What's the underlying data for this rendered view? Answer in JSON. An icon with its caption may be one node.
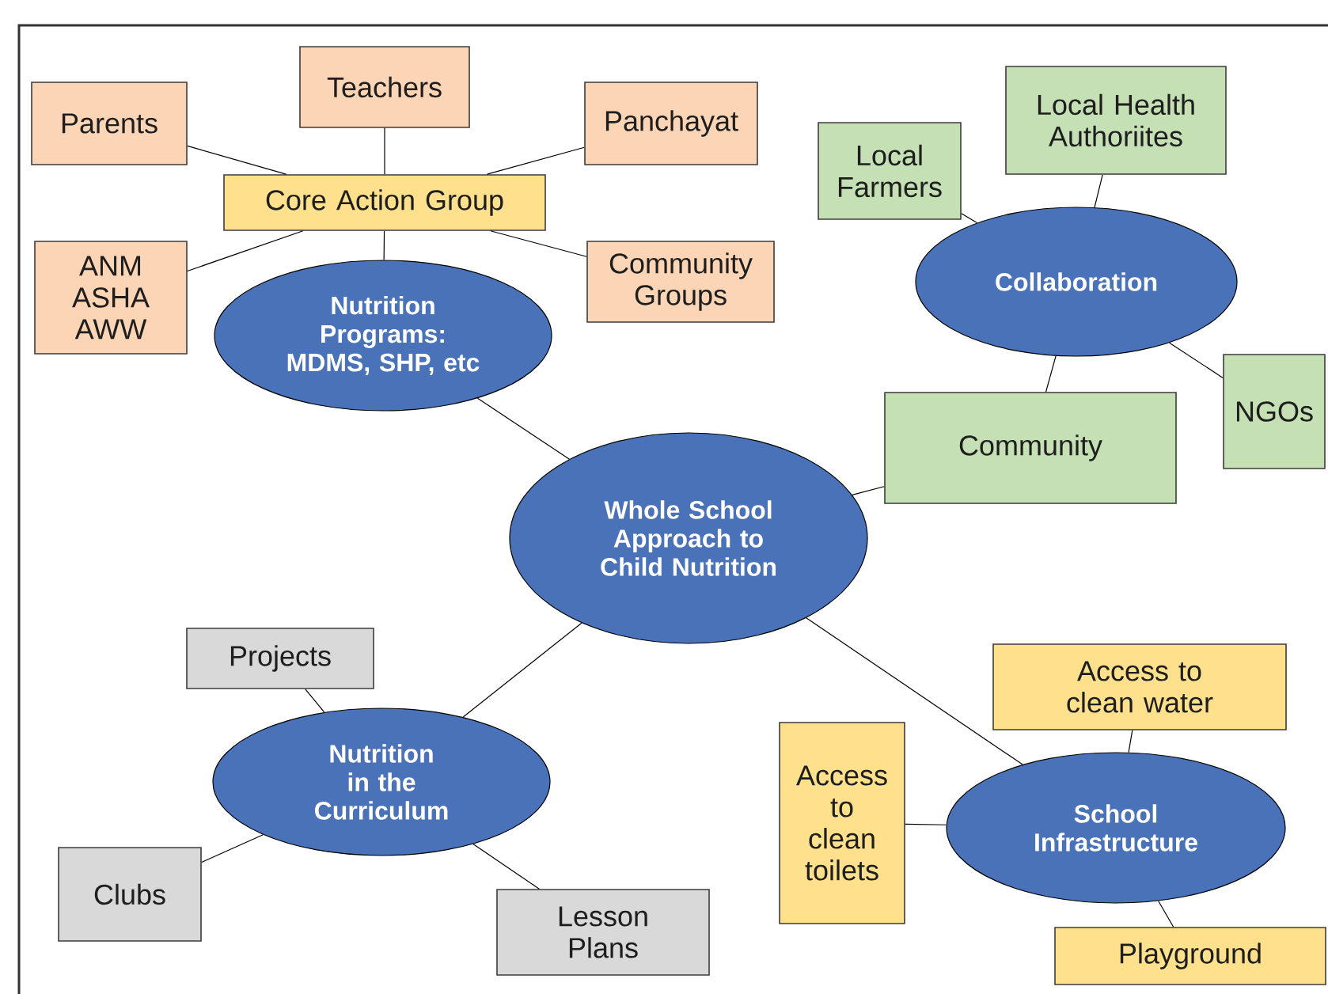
{
  "diagram": {
    "nodes": [
      {
        "text": [
          "Teachers"
        ]
      },
      {
        "text": [
          "Parents"
        ]
      },
      {
        "text": [
          "Panchayat"
        ]
      },
      {
        "text": [
          "Core Action Group"
        ]
      },
      {
        "text": [
          "ANM ASHA AWW"
        ]
      },
      {
        "text": [
          "Community Groups"
        ]
      },
      {
        "text": [
          "Nutrition Programs: MDMS, SHP, etc"
        ]
      },
      {
        "text": [
          "Local Farmers"
        ]
      },
      {
        "text": [
          "Local Health Authoriites"
        ]
      },
      {
        "text": [
          "Collaboration"
        ]
      },
      {
        "text": [
          "Community"
        ]
      },
      {
        "text": [
          "NGOs"
        ]
      },
      {
        "text": [
          "Whole School Approach to Child Nutrition"
        ]
      },
      {
        "text": [
          "Projects"
        ]
      },
      {
        "text": [
          "Nutrition in the Curriculum"
        ]
      },
      {
        "text": [
          "Clubs"
        ]
      },
      {
        "text": [
          "Lesson Plans"
        ]
      },
      {
        "text": [
          "Access to clean water"
        ]
      },
      {
        "text": [
          "Access to clean toilets"
        ]
      },
      {
        "text": [
          "School Infrastructure"
        ]
      },
      {
        "text": [
          "Playground"
        ]
      }
    ],
    "edges": [
      {
        "from": 0,
        "to": 3,
        "arrow": "none"
      },
      {
        "from": 1,
        "to": 3,
        "arrow": "none"
      },
      {
        "from": 2,
        "to": 3,
        "arrow": "none"
      },
      {
        "from": 4,
        "to": 3,
        "arrow": "none"
      },
      {
        "from": 5,
        "to": 3,
        "arrow": "none"
      },
      {
        "from": 3,
        "to": 6,
        "arrow": "none"
      },
      {
        "from": 6,
        "to": 12,
        "arrow": "none"
      },
      {
        "from": 7,
        "to": 9,
        "arrow": "none"
      },
      {
        "from": 8,
        "to": 9,
        "arrow": "none"
      },
      {
        "from": 9,
        "to": 10,
        "arrow": "none"
      },
      {
        "from": 9,
        "to": 11,
        "arrow": "none"
      },
      {
        "from": 10,
        "to": 12,
        "arrow": "none"
      },
      {
        "from": 12,
        "to": 14,
        "arrow": "none"
      },
      {
        "from": 12,
        "to": 19,
        "arrow": "none"
      },
      {
        "from": 13,
        "to": 14,
        "arrow": "none"
      },
      {
        "from": 15,
        "to": 14,
        "arrow": "none"
      },
      {
        "from": 16,
        "to": 14,
        "arrow": "none"
      },
      {
        "from": 17,
        "to": 19,
        "arrow": "none"
      },
      {
        "from": 18,
        "to": 19,
        "arrow": "none"
      },
      {
        "from": 19,
        "to": 20,
        "arrow": "none"
      }
    ]
  }
}
